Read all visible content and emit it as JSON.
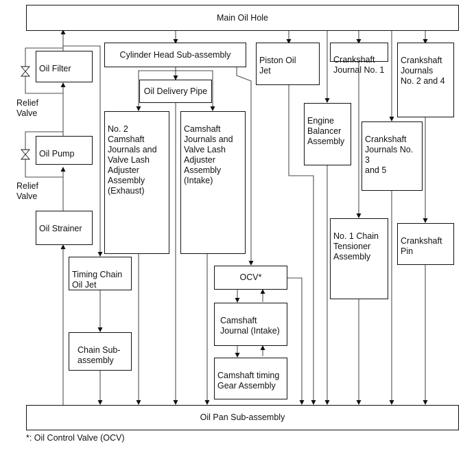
{
  "main_oil_hole": "Main Oil Hole",
  "oil_pan": "Oil Pan Sub-assembly",
  "oil_filter": "Oil Filter",
  "oil_pump": "Oil Pump",
  "oil_strainer": "Oil Strainer",
  "relief_valve_1": "Relief\nValve",
  "relief_valve_2": "Relief\nValve",
  "timing_chain_oil_jet": "Timing Chain\nOil Jet",
  "chain_sub_assembly": "Chain Sub-\nassembly",
  "cylinder_head": "Cylinder Head Sub-assembly",
  "oil_delivery_pipe": "Oil Delivery Pipe",
  "camshaft_journals_exhaust": "No. 2 Camshaft\nJournals and\nValve Lash\nAdjuster\nAssembly\n(Exhaust)",
  "camshaft_journals_intake": "Camshaft\nJournals and\nValve Lash\nAdjuster\nAssembly\n(Intake)",
  "ocv": "OCV*",
  "camshaft_journal_intake": "Camshaft\nJournal (Intake)",
  "camshaft_timing_gear": "Camshaft timing\nGear Assembly",
  "piston_oil_jet": "Piston Oil\nJet",
  "engine_balancer": "Engine\nBalancer\nAssembly",
  "crankshaft_journal_1": "Crankshaft\nJournal No. 1",
  "chain_tensioner": "No. 1 Chain\nTensioner\nAssembly",
  "crankshaft_journals_2_4": "Crankshaft\nJournals\nNo. 2 and 4",
  "crankshaft_journals_3_5": "Crankshaft\nJournals No. 3\nand 5",
  "crankshaft_pin": "Crankshaft\nPin",
  "footnote": "*: Oil Control Valve (OCV)"
}
